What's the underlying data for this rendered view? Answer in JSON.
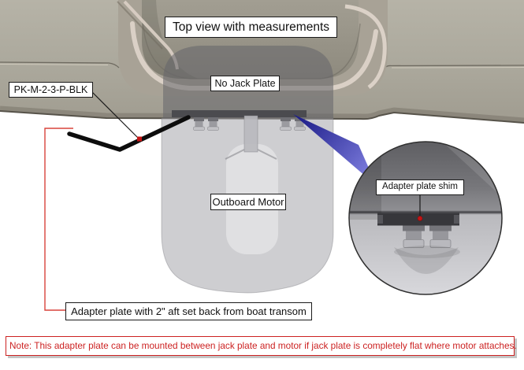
{
  "diagram": {
    "title": "Top view with measurements",
    "labels": {
      "part_number": "PK-M-2-3-P-BLK",
      "no_jack_plate": "No Jack Plate",
      "outboard_motor": "Outboard Motor",
      "adapter_plate_shim": "Adapter plate shim",
      "setback": "Adapter plate with 2\" aft set back from boat transom"
    },
    "note": "Note: This adapter plate can be mounted between jack plate and motor if jack plate is completely flat where motor attaches.",
    "colors": {
      "note_text_red": "#cc2222",
      "callout_bracket_red": "#d8433c",
      "pointer_dot_red": "#c41414",
      "magnifier_wedge_blue": "#3c3cae",
      "hull_beige": "#aaa79b",
      "well_floor_tan": "#96928a",
      "adapter_plate_dark": "#2d2d30",
      "motor_gray": "#b9b9bd",
      "cable_black": "#0d0d0d"
    }
  }
}
